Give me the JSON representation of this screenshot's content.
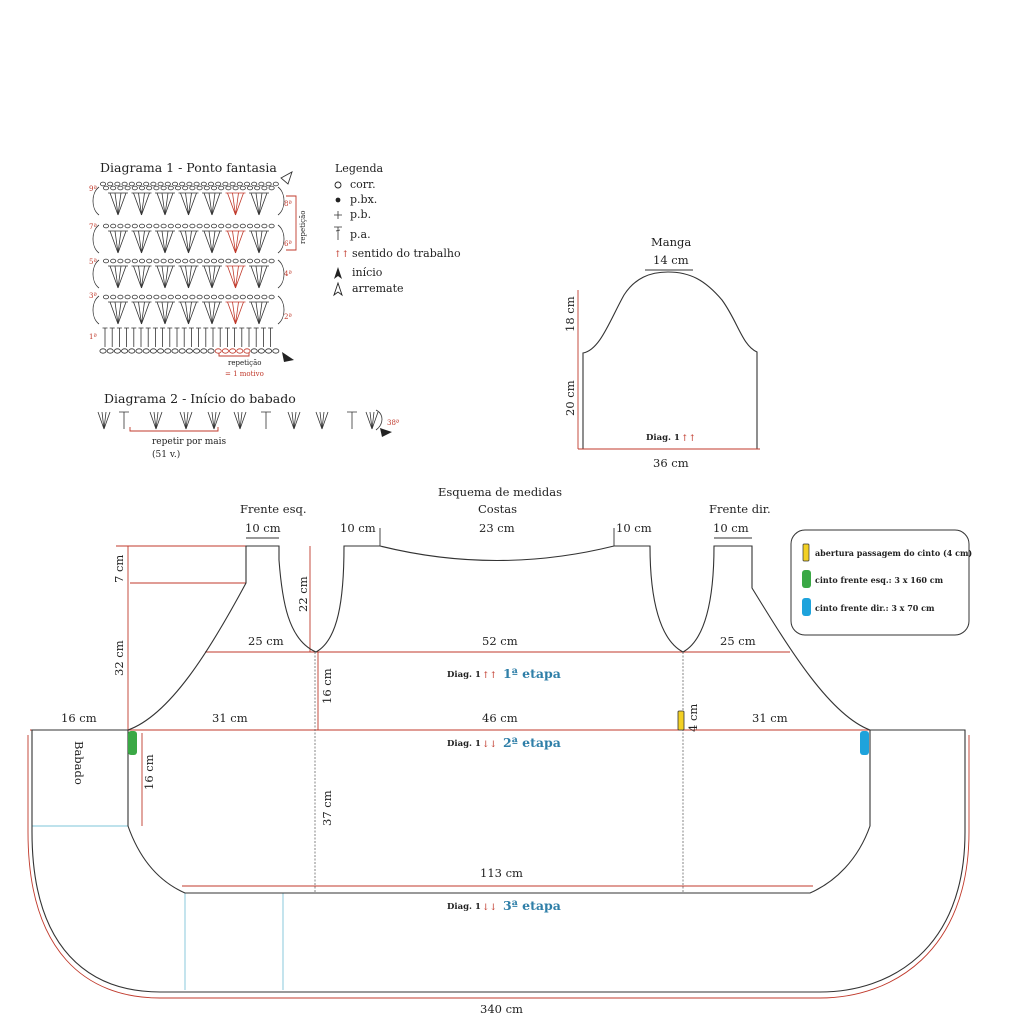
{
  "diagram1": {
    "title": "Diagrama 1 - Ponto fantasia",
    "row_labels": [
      "9ª",
      "7ª",
      "5ª",
      "3ª",
      "1ª"
    ],
    "right_labels": [
      "8ª",
      "6ª",
      "4ª",
      "2ª"
    ],
    "repeat_side": "repetição",
    "repeat_bottom": "repetição",
    "repeat_bottom_2": "= 1 motivo"
  },
  "legend": {
    "title": "Legenda",
    "items": [
      {
        "symbol": "○",
        "text": "corr."
      },
      {
        "symbol": "●",
        "text": "p.bx."
      },
      {
        "symbol": "+",
        "text": "p.b."
      },
      {
        "symbol": "⊤",
        "text": "p.a."
      },
      {
        "symbol": "↑↑",
        "text": "sentido do trabalho"
      },
      {
        "symbol": "▲",
        "text": "início"
      },
      {
        "symbol": "△",
        "text": "arremate"
      }
    ]
  },
  "diagram2": {
    "title": "Diagrama 2 - Início do babado",
    "repeat_text": "repetir por mais",
    "repeat_count": "(51 v.)",
    "row_label": "38ª"
  },
  "sleeve": {
    "title": "Manga",
    "top": "14 cm",
    "cap_height": "18 cm",
    "body_height": "20 cm",
    "bottom": "36 cm",
    "diag": "Diag. 1",
    "arrows": "↑↑"
  },
  "scheme": {
    "title": "Esquema de medidas",
    "front_left": "Frente esq.",
    "back": "Costas",
    "front_right": "Frente dir.",
    "m_10_left": "10 cm",
    "m_10_back_left": "10 cm",
    "m_23": "23 cm",
    "m_10_back_right": "10 cm",
    "m_10_right": "10 cm",
    "m_7": "7 cm",
    "m_22": "22 cm",
    "m_32": "32 cm",
    "m_25_left": "25 cm",
    "m_52": "52 cm",
    "m_25_right": "25 cm",
    "m_16_armhole": "16 cm",
    "m_16_left": "16 cm",
    "m_31_left": "31 cm",
    "m_46": "46 cm",
    "m_4": "4 cm",
    "m_31_right": "31 cm",
    "m_16_front": "16 cm",
    "m_37": "37 cm",
    "m_113": "113 cm",
    "m_340": "340 cm",
    "babado": "Babado",
    "stage1_diag": "Diag. 1",
    "stage1_arrows": "↑↑",
    "stage1": "1ª etapa",
    "stage2_diag": "Diag. 1",
    "stage2_arrows": "↓↓",
    "stage2": "2ª etapa",
    "stage3_diag": "Diag. 1",
    "stage3_arrows": "↓↓",
    "stage3": "3ª etapa"
  },
  "notes": {
    "items": [
      {
        "color": "#f2d024",
        "text": "abertura passagem do cinto (4 cm)"
      },
      {
        "color": "#3aa845",
        "text": "cinto frente esq.: 3 x 160 cm"
      },
      {
        "color": "#1ea3dc",
        "text": "cinto frente dir.: 3 x 70 cm"
      }
    ]
  }
}
